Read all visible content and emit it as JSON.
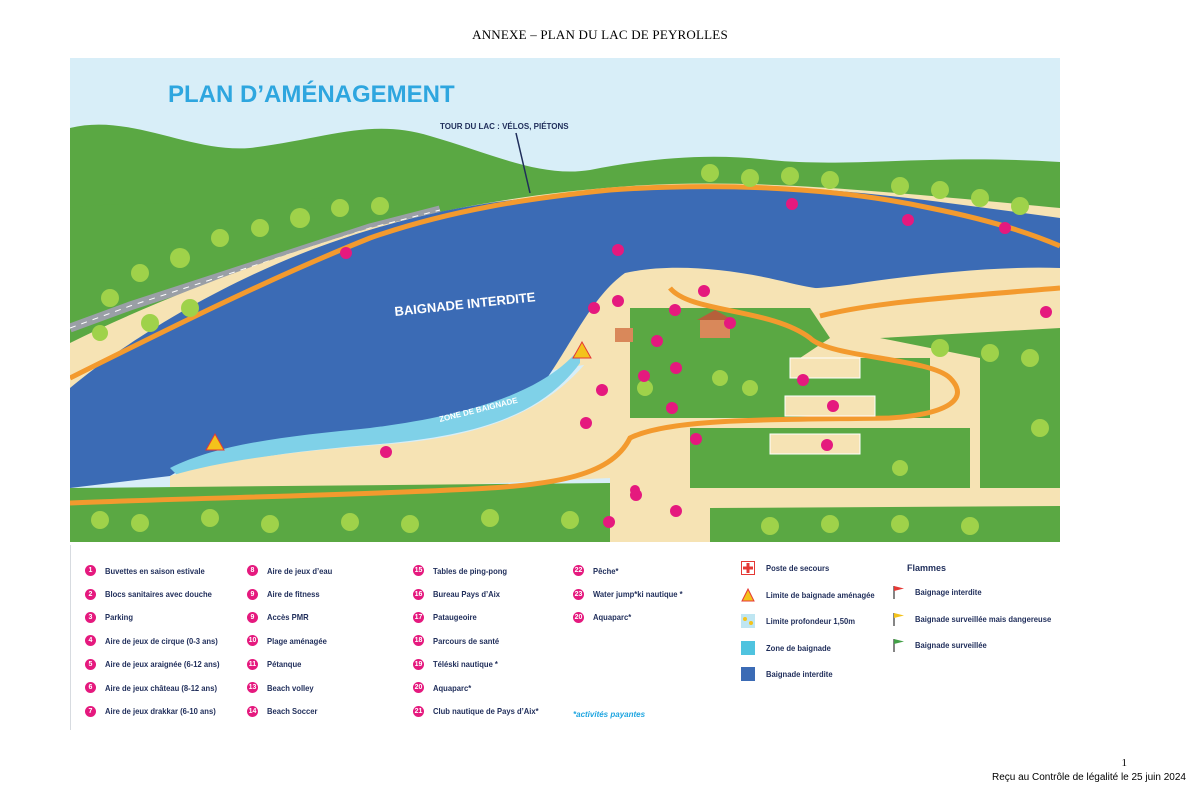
{
  "doc_title": "ANNEXE – PLAN DU LAC DE PEYROLLES",
  "map": {
    "title": "PLAN D’AMÉNAGEMENT",
    "tour_label": "TOUR DU LAC : VÉLOS, PIÉTONS",
    "no_swim_label": "BAIGNADE INTERDITE",
    "swim_zone_label": "ZONE DE BAIGNADE",
    "colors": {
      "lake": "#3b6bb5",
      "swim": "#7fd1e8",
      "grass": "#5aa843",
      "path": "#f39a2e",
      "sand": "#f6e3b4",
      "sky": "#d8eef8",
      "marker": "#e5197e"
    }
  },
  "legend": {
    "col1": [
      {
        "num": "1",
        "label": "Buvettes en saison estivale"
      },
      {
        "num": "2",
        "label": "Blocs sanitaires avec douche"
      },
      {
        "num": "3",
        "label": "Parking"
      },
      {
        "num": "4",
        "label": "Aire de jeux de cirque (0-3 ans)"
      },
      {
        "num": "5",
        "label": "Aire de jeux araignée (6-12 ans)"
      },
      {
        "num": "6",
        "label": "Aire de jeux château (8-12 ans)"
      },
      {
        "num": "7",
        "label": "Aire de jeux drakkar (6-10 ans)"
      }
    ],
    "col2": [
      {
        "num": "8",
        "label": "Aire de jeux d’eau"
      },
      {
        "num": "9",
        "label": "Aire de fitness"
      },
      {
        "num": "9",
        "label": "Accès PMR"
      },
      {
        "num": "10",
        "label": "Plage aménagée"
      },
      {
        "num": "11",
        "label": "Pétanque"
      },
      {
        "num": "13",
        "label": "Beach volley"
      },
      {
        "num": "14",
        "label": "Beach Soccer"
      }
    ],
    "col3": [
      {
        "num": "15",
        "label": "Tables de ping-pong"
      },
      {
        "num": "16",
        "label": "Bureau Pays d’Aix"
      },
      {
        "num": "17",
        "label": "Pataugeoire"
      },
      {
        "num": "18",
        "label": "Parcours de santé"
      },
      {
        "num": "19",
        "label": "Téléski nautique *"
      },
      {
        "num": "20",
        "label": "Aquaparc*"
      },
      {
        "num": "21",
        "label": "Club nautique de Pays d’Aix*"
      }
    ],
    "col4": [
      {
        "num": "22",
        "label": "Pêche*"
      },
      {
        "num": "23",
        "label": "Water jump*ki nautique *"
      },
      {
        "num": "20",
        "label": "Aquaparc*"
      }
    ],
    "paid_note": "*activités payantes",
    "symbols": [
      {
        "icon": "first-aid-icon",
        "label": "Poste de secours"
      },
      {
        "icon": "warning-triangle-icon",
        "label": "Limite de baignade aménagée"
      },
      {
        "icon": "depth-icon",
        "label": "Limite profondeur 1,50m"
      },
      {
        "icon": "swim-zone-swatch",
        "color": "#4fc3df",
        "label": "Zone de baignade"
      },
      {
        "icon": "no-swim-swatch",
        "color": "#3b6bb5",
        "label": "Baignade interdite"
      }
    ],
    "flammes_title": "Flammes",
    "flags": [
      {
        "color": "#e53935",
        "label": "Baignage interdite"
      },
      {
        "color": "#f4c21b",
        "label": "Baignade surveillée mais dangereuse"
      },
      {
        "color": "#43a047",
        "label": "Baignade surveillée"
      }
    ]
  },
  "page_number": "1",
  "footer": "Reçu au Contrôle de légalité le 25 juin 2024"
}
